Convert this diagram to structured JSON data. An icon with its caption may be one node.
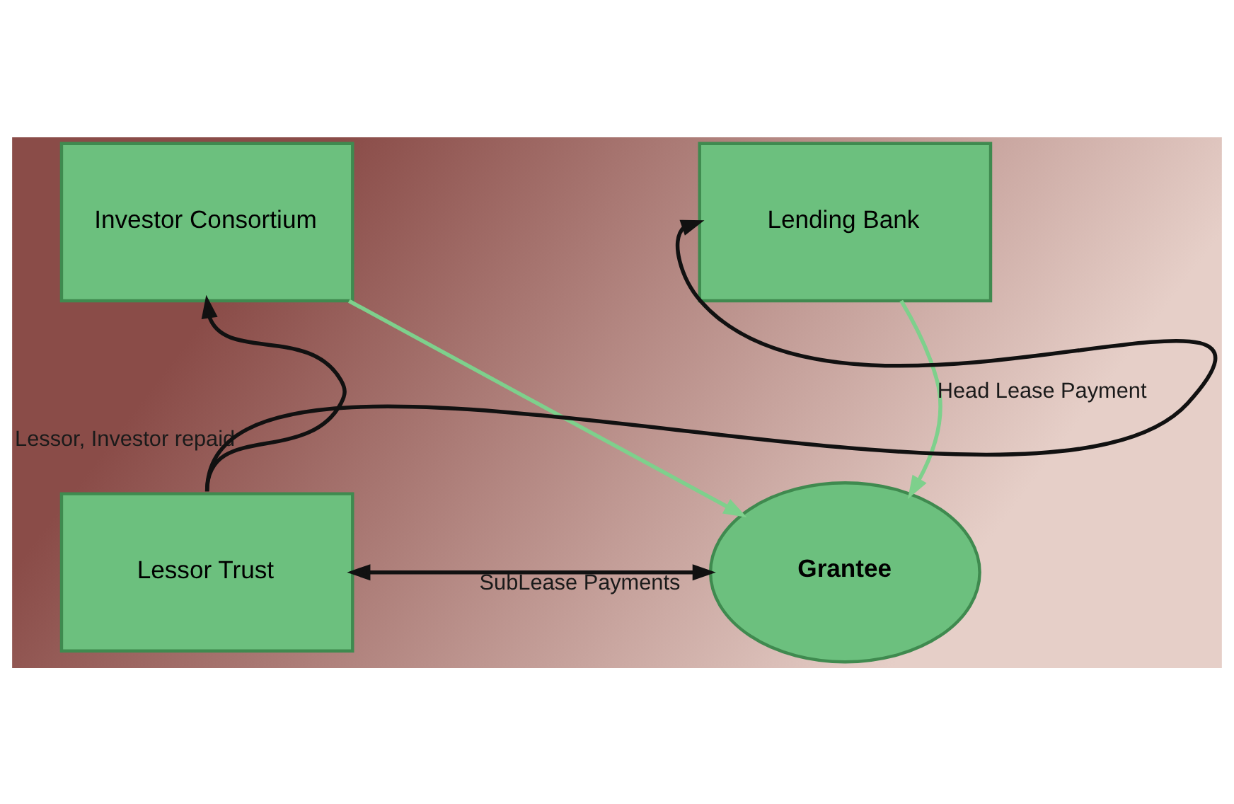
{
  "diagram": {
    "nodes": [
      {
        "text": [
          "Investor Consortium"
        ]
      },
      {
        "text": [
          "Lending Bank"
        ]
      },
      {
        "text": [
          "Lessor Trust"
        ]
      },
      {
        "text": [
          "Grantee"
        ]
      }
    ],
    "edges": [
      {
        "from": 2,
        "to": 0,
        "arrow": "to",
        "label": "Lessor, Investor repaid"
      },
      {
        "from": 2,
        "to": 1,
        "arrow": "to"
      },
      {
        "from": 0,
        "to": 3,
        "arrow": "to",
        "color": "#7ed08c"
      },
      {
        "from": 1,
        "to": 3,
        "arrow": "to",
        "label": "Head Lease Payment",
        "color": "#7ed08c"
      },
      {
        "from": 2,
        "to": 3,
        "arrow": "both",
        "label": "SubLease Payments"
      }
    ]
  }
}
